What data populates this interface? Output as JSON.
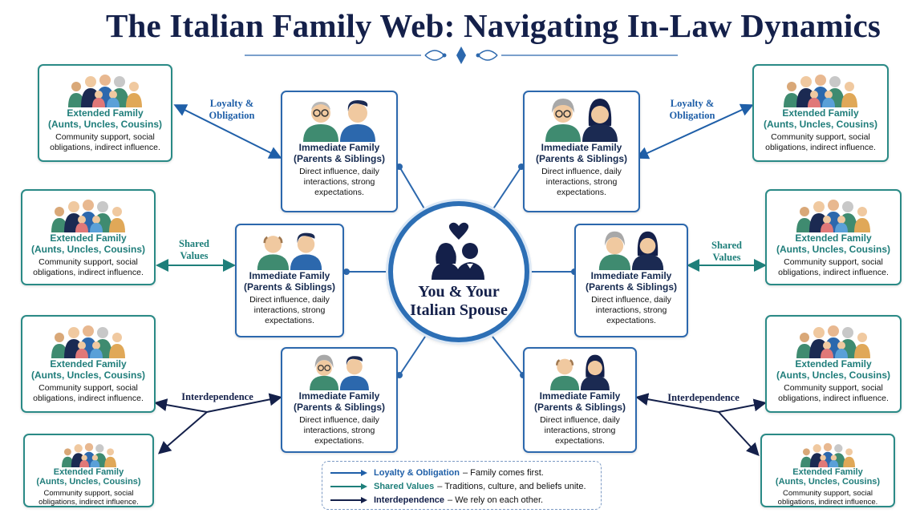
{
  "title": "The Italian Family Web: Navigating In-Law Dynamics",
  "center": {
    "line1": "You & Your",
    "line2": "Italian Spouse"
  },
  "extended": {
    "title_line1": "Extended Family",
    "title_line2": "(Aunts, Uncles, Cousins)",
    "desc_line1": "Community support, social",
    "desc_line2": "obligations, indirect influence."
  },
  "immediate": {
    "title_line1": "Immediate Family",
    "title_line2": "(Parents & Siblings)",
    "desc_line1": "Direct influence, daily",
    "desc_line2": "interactions, strong",
    "desc_line3": "expectations."
  },
  "relations": {
    "loyalty_line1": "Loyalty &",
    "loyalty_line2": "Obligation",
    "shared_line1": "Shared",
    "shared_line2": "Values",
    "interdependence": "Interdependence"
  },
  "legend": [
    {
      "term": "Loyalty & Obligation",
      "text": "– Family comes first.",
      "color": "#1f5fa8"
    },
    {
      "term": "Shared Values",
      "text": "– Traditions, culture, and beliefs unite.",
      "color": "#1e7f7a"
    },
    {
      "term": "Interdependence",
      "text": "– We rely on each other.",
      "color": "#14204a"
    }
  ],
  "colors": {
    "navy": "#14204a",
    "blue": "#2c68ad",
    "teal": "#2a8a86"
  },
  "icons": [
    "heart-icon",
    "couple-icon",
    "grandparent-icon",
    "group-family-icon"
  ]
}
